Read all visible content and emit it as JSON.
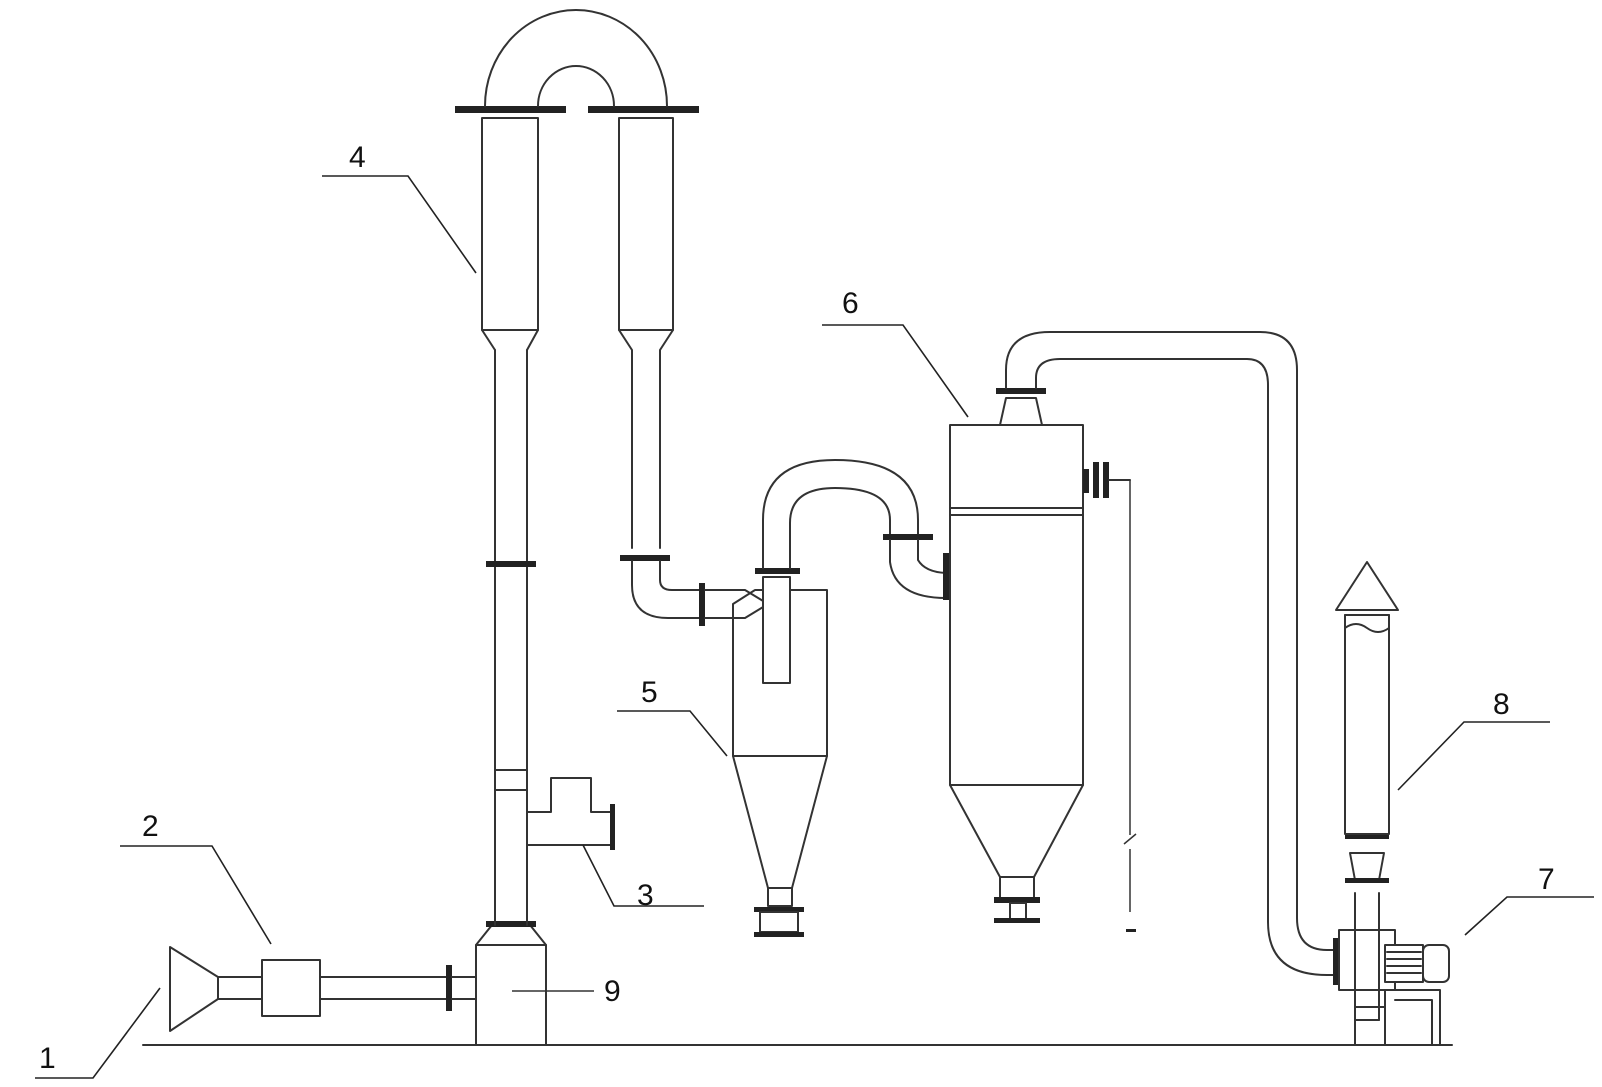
{
  "labels": {
    "n1": "1",
    "n2": "2",
    "n3": "3",
    "n4": "4",
    "n5": "5",
    "n6": "6",
    "n7": "7",
    "n8": "8",
    "n9": "9"
  },
  "colors": {
    "line": "#333333",
    "flange": "#222222",
    "background": "#ffffff"
  }
}
